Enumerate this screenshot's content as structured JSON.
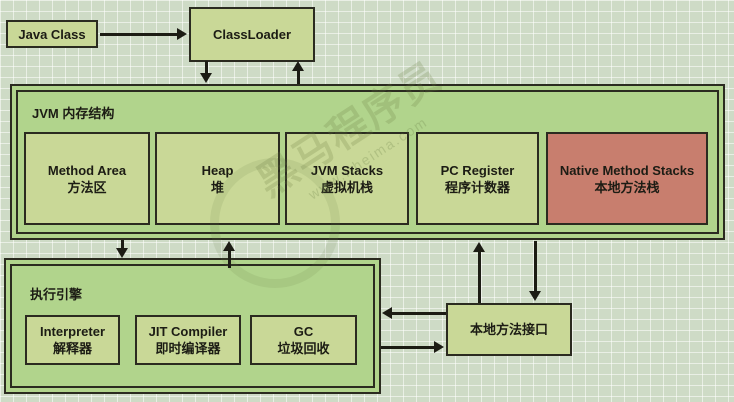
{
  "nodes": {
    "java_class": {
      "label": "Java Class"
    },
    "class_loader": {
      "label": "ClassLoader"
    },
    "jvm": {
      "title": "JVM 内存结构",
      "areas": [
        {
          "en": "Method Area",
          "zh": "方法区",
          "highlight": false
        },
        {
          "en": "Heap",
          "zh": "堆",
          "highlight": false
        },
        {
          "en": "JVM Stacks",
          "zh": "虚拟机栈",
          "highlight": false
        },
        {
          "en": "PC Register",
          "zh": "程序计数器",
          "highlight": false
        },
        {
          "en": "Native Method Stacks",
          "zh": "本地方法栈",
          "highlight": true
        }
      ]
    },
    "engine": {
      "title": "执行引擎",
      "components": [
        {
          "en": "Interpreter",
          "zh": "解释器"
        },
        {
          "en": "JIT Compiler",
          "zh": "即时编译器"
        },
        {
          "en": "GC",
          "zh": "垃圾回收"
        }
      ]
    },
    "jni": {
      "label": "本地方法接口"
    }
  },
  "watermark": {
    "brand": "黑马程序员",
    "site": "www.itheima.com"
  },
  "colors": {
    "background": "#cedbc6",
    "grid_line": "#e6ecdf",
    "node_fill": "#c9d897",
    "container_fill": "#b1d48c",
    "highlight_fill": "#c87e6e",
    "border": "#2b2b20",
    "arrow": "#1c1c14",
    "text": "#1c1c14"
  }
}
